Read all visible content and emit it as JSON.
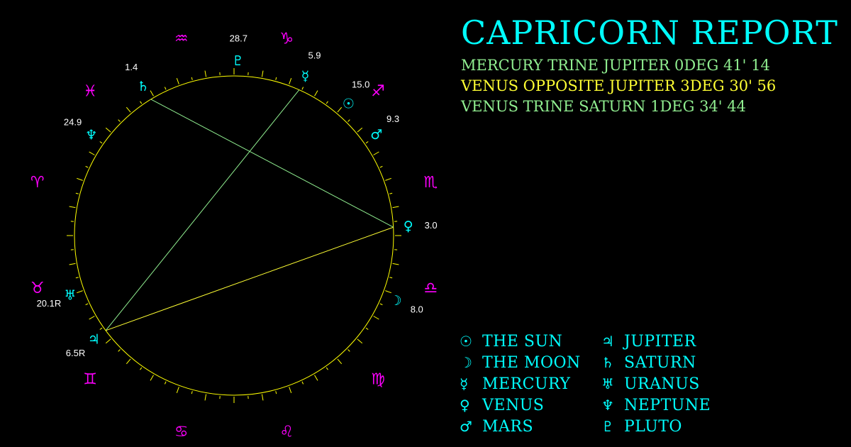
{
  "report": {
    "title": "CAPRICORN REPORT",
    "colors": {
      "title": "#00ffff",
      "sign": "#ff00ff",
      "planet": "#00ffff",
      "wheel": "#ffff00",
      "text": "#ffffff"
    },
    "aspects": [
      {
        "text": "MERCURY TRINE JUPITER 0DEG 41' 14",
        "color": "#90ee90"
      },
      {
        "text": "VENUS OPPOSITE JUPITER 3DEG 30' 56",
        "color": "#ffff33"
      },
      {
        "text": "VENUS TRINE SATURN 1DEG 34' 44",
        "color": "#90ee90"
      }
    ]
  },
  "wheel": {
    "signs": [
      {
        "name": "capricorn",
        "glyph": "♑"
      },
      {
        "name": "sagittarius",
        "glyph": "♐"
      },
      {
        "name": "scorpio",
        "glyph": "♏"
      },
      {
        "name": "libra",
        "glyph": "♎"
      },
      {
        "name": "virgo",
        "glyph": "♍"
      },
      {
        "name": "leo",
        "glyph": "♌"
      },
      {
        "name": "cancer",
        "glyph": "♋"
      },
      {
        "name": "gemini",
        "glyph": "♊"
      },
      {
        "name": "taurus",
        "glyph": "♉"
      },
      {
        "name": "aries",
        "glyph": "♈"
      },
      {
        "name": "pisces",
        "glyph": "♓"
      },
      {
        "name": "aquarius",
        "glyph": "♒"
      }
    ],
    "planets": [
      {
        "name": "sun",
        "glyph": "☉",
        "sign": "sagittarius",
        "degree": "15.0"
      },
      {
        "name": "mars",
        "glyph": "♂",
        "sign": "sagittarius",
        "degree": "9.3"
      },
      {
        "name": "mercury",
        "glyph": "☿",
        "sign": "capricorn",
        "degree": "5.9"
      },
      {
        "name": "pluto",
        "glyph": "♇",
        "sign": "capricorn",
        "degree": "28.7"
      },
      {
        "name": "venus",
        "glyph": "♀",
        "sign": "scorpio",
        "degree": "3.0"
      },
      {
        "name": "moon",
        "glyph": "☽",
        "sign": "libra",
        "degree": "8.0"
      },
      {
        "name": "saturn",
        "glyph": "♄",
        "sign": "pisces",
        "degree": "1.4"
      },
      {
        "name": "neptune",
        "glyph": "♆",
        "sign": "pisces",
        "degree": "24.9"
      },
      {
        "name": "jupiter",
        "glyph": "♃",
        "sign": "gemini",
        "degree": "6.5R"
      },
      {
        "name": "uranus",
        "glyph": "♅",
        "sign": "taurus",
        "degree": "20.1R"
      }
    ],
    "aspect_lines": [
      {
        "from": "mercury",
        "to": "jupiter",
        "type": "trine",
        "color": "#90ee90"
      },
      {
        "from": "venus",
        "to": "jupiter",
        "type": "opposition",
        "color": "#ffff33"
      },
      {
        "from": "venus",
        "to": "saturn",
        "type": "trine",
        "color": "#90ee90"
      }
    ]
  },
  "legend": [
    {
      "glyph": "☉",
      "label": "THE SUN"
    },
    {
      "glyph": "☽",
      "label": "THE MOON"
    },
    {
      "glyph": "☿",
      "label": "MERCURY"
    },
    {
      "glyph": "♀",
      "label": "VENUS"
    },
    {
      "glyph": "♂",
      "label": "MARS"
    },
    {
      "glyph": "♃",
      "label": "JUPITER"
    },
    {
      "glyph": "♄",
      "label": "SATURN"
    },
    {
      "glyph": "♅",
      "label": "URANUS"
    },
    {
      "glyph": "♆",
      "label": "NEPTUNE"
    },
    {
      "glyph": "♇",
      "label": "PLUTO"
    }
  ]
}
